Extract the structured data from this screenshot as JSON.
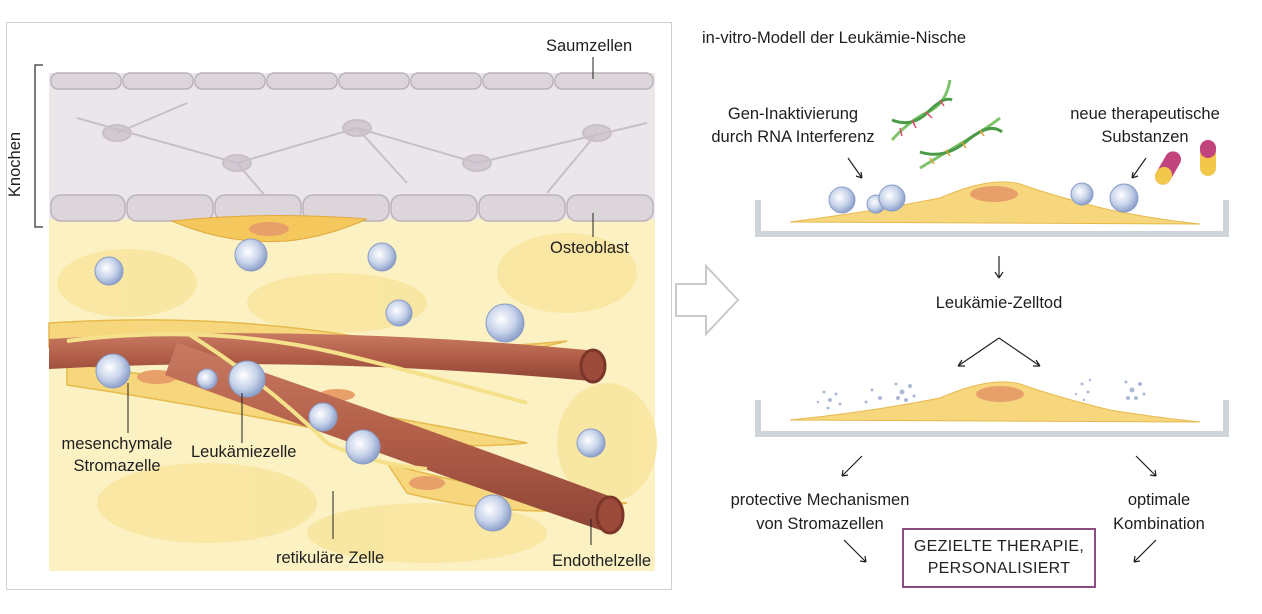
{
  "left_panel": {
    "bone_label": "Knochen",
    "labels": {
      "lining_cells": "Saumzellen",
      "osteoblast": "Osteoblast",
      "msc_line1": "mesenchymale",
      "msc_line2": "Stromazelle",
      "leukemia_cell": "Leukämiezelle",
      "reticular_cell": "retikuläre Zelle",
      "endothelial_cell": "Endothelzelle"
    }
  },
  "right_panel": {
    "title": "in-vitro-Modell der Leukämie-Nische",
    "gene_line1": "Gen-Inaktivierung",
    "gene_line2": "durch RNA Interferenz",
    "drugs_line1": "neue therapeutische",
    "drugs_line2": "Substanzen",
    "cell_death": "Leukämie-Zelltod",
    "protective_line1": "protective Mechanismen",
    "protective_line2": "von Stromazellen",
    "combination_line1": "optimale",
    "combination_line2": "Kombination",
    "result_line1": "GEZIELTE THERAPIE,",
    "result_line2": "PERSONALISIERT"
  },
  "colors": {
    "bone": "#e9e5e8",
    "marrow": "#fbf1c2",
    "stroma": "#f7d77e",
    "nucleus": "#e8a06a",
    "vessel": "#b15e48",
    "leukemia_cell": "#aebfdc",
    "frame_accent": "#8a4f80",
    "dna_green": "#7cc36a",
    "capsule_magenta": "#c2447d",
    "capsule_yellow": "#f2c84b"
  }
}
